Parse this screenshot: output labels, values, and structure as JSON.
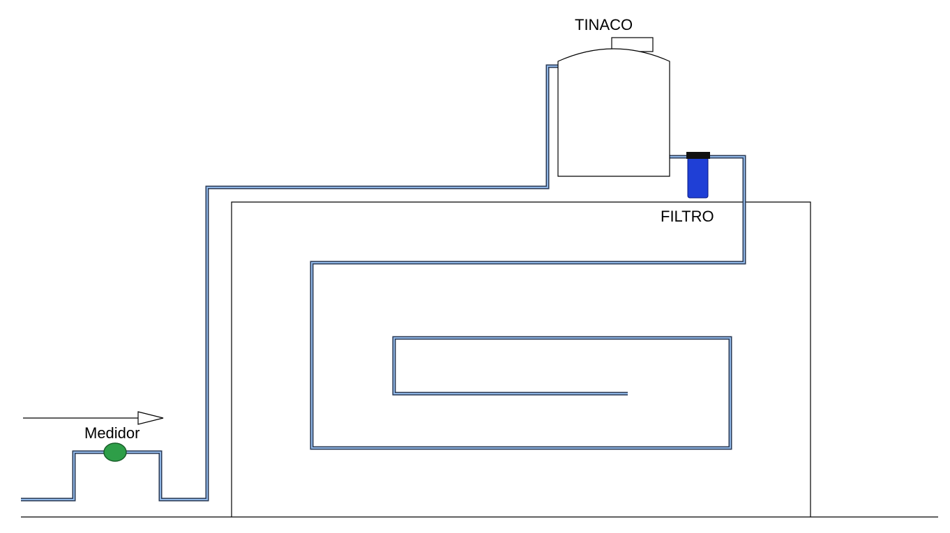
{
  "labels": {
    "tank": "TINACO",
    "filter": "FILTRO",
    "meter": "Medidor"
  },
  "colors": {
    "pipe_outline": "#2a3a55",
    "pipe_fill": "#8fb6e6",
    "meter_fill": "#2e9e48",
    "filter_body": "#1f3fd6",
    "filter_cap": "#111111",
    "lines": "#000000",
    "background": "#ffffff"
  },
  "icons": {
    "meter": "water-meter-icon",
    "filter": "water-filter-icon",
    "tank": "water-tank-icon",
    "flow_arrow": "flow-arrow-icon"
  }
}
